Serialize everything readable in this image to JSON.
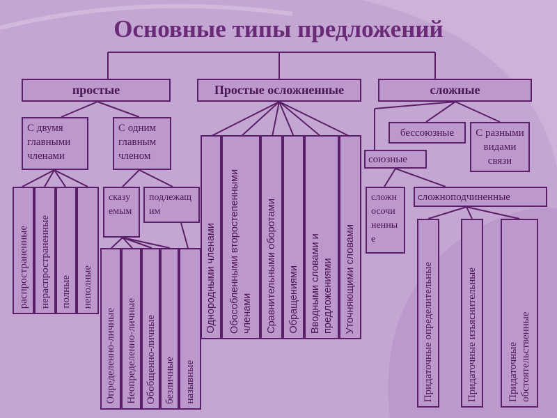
{
  "title": "Основные типы предложений",
  "level1": {
    "simple": "простые",
    "simple_complicated": "Простые осложненные",
    "complex": "сложные"
  },
  "simple": {
    "two_main": "С двумя главными членами",
    "one_main": "С одним главным членом",
    "two_main_types": [
      "распространенные",
      "нераспространенные",
      "полные",
      "неполные"
    ],
    "predicate": "сказуемым",
    "subject": "подлежащим",
    "predicate_types": [
      "Определенно-личные",
      "Неопределенно-личные",
      "Обобщенно-личные",
      "безличные",
      "назывные"
    ]
  },
  "complicated_types": [
    "Однородными членами",
    "Обособленными второстепенными членами",
    "Сравнительными оборотами",
    "Обращениями",
    "Вводными словами и предложениями",
    "Уточняющими словами"
  ],
  "complex": {
    "non_union": "бессоюзные",
    "mixed": "С разными видами связи",
    "union": "союзные",
    "compound": "сложносочиненные",
    "subordinate": "сложноподчиненные",
    "subordinate_types": [
      "Придаточные определительные",
      "Придаточные изъяснительные",
      "Придаточные обстоятельственные"
    ]
  }
}
